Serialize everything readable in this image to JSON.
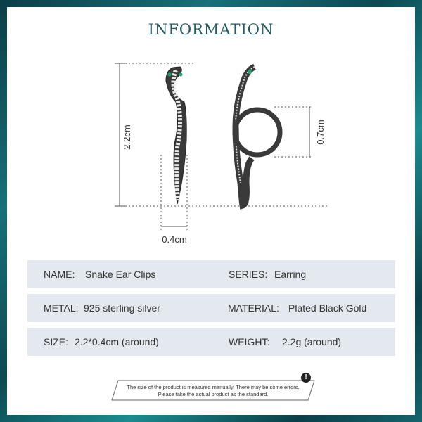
{
  "title": "INFORMATION",
  "dimensions": {
    "height": "2.2cm",
    "width": "0.4cm",
    "hoop": "0.7cm"
  },
  "specs": [
    {
      "left_label": "NAME:",
      "left_value": "Snake Ear Clips",
      "right_label": "SERIES:",
      "right_value": "Earring"
    },
    {
      "left_label": "METAL:",
      "left_value": "925 sterling silver",
      "right_label": "MATERIAL:",
      "right_value": "Plated Black Gold"
    },
    {
      "left_label": "SIZE:",
      "left_value": "2.2*0.4cm (around)",
      "right_label": "WEIGHT:",
      "right_value": "2.2g (around)"
    }
  ],
  "note": {
    "line1": "The size of the product is measured manually. There may be some errors.",
    "line2": "Please take the actual product as the standard.",
    "icon": "exclamation-icon"
  },
  "colors": {
    "title": "#235a63",
    "row_bg": "#e4e9ef",
    "frame": "#146670"
  }
}
